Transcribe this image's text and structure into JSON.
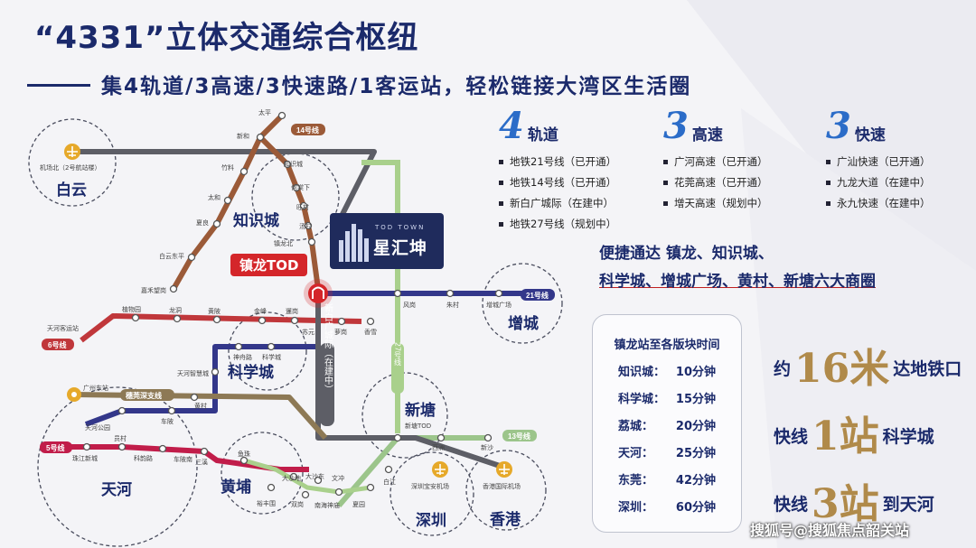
{
  "title": "“4331”立体交通综合枢纽",
  "subtitle": "集4轨道/3高速/3快速路/1客运站，轻松链接大湾区生活圈",
  "colors": {
    "navy": "#1b2a6b",
    "line14": "#9b5a38",
    "line21": "#33378a",
    "line6": "#c0373b",
    "line5": "#c11d4a",
    "line13": "#9cc58b",
    "line27": "#a9d08c",
    "gray": "#5d5e66",
    "brown": "#8d7955",
    "accent_red": "#d4262a",
    "gold": "#b08a4a"
  },
  "legend": [
    {
      "num": "4",
      "label": "轨道",
      "items": [
        "地铁21号线（已开通）",
        "地铁14号线（已开通）",
        "新白广城际（在建中）",
        "地铁27号线（规划中）"
      ]
    },
    {
      "num": "3",
      "label": "高速",
      "items": [
        "广河高速（已开通）",
        "花莞高速（已开通）",
        "增天高速（规划中）"
      ]
    },
    {
      "num": "3",
      "label": "快速",
      "items": [
        "广汕快速（已开通）",
        "九龙大道（在建中）",
        "永九快速（在建中）"
      ]
    }
  ],
  "connect": {
    "line1": "便捷通达 镇龙、知识城、",
    "line2": "科学城、增城广场、黄村、新塘六大商圈"
  },
  "timebox": {
    "heading": "镇龙站至各版块时间",
    "rows": [
      {
        "place": "知识城：",
        "time": "10分钟"
      },
      {
        "place": "科学城：",
        "time": "15分钟"
      },
      {
        "place": "荔城：",
        "time": "20分钟"
      },
      {
        "place": "天河：",
        "time": "25分钟"
      },
      {
        "place": "东莞：",
        "time": "42分钟"
      },
      {
        "place": "深圳：",
        "time": "60分钟"
      }
    ]
  },
  "highlights": [
    {
      "pre": "约",
      "num": "16米",
      "post": "达地铁口"
    },
    {
      "pre": "快线",
      "num": "1站",
      "post": "科学城"
    },
    {
      "pre": "快线",
      "num": "3站",
      "post": "到天河"
    }
  ],
  "watermark": "搜狐号@搜狐焦点韶关站",
  "map": {
    "tod_label": "镇龙TOD",
    "brand_name": "星汇坤",
    "brand_sub": "TOD TOWN",
    "zones": [
      "白云",
      "知识城",
      "增城",
      "科学城",
      "新塘",
      "天河",
      "黄埔",
      "深圳",
      "香港"
    ],
    "line_tags": [
      "14号线",
      "21号线",
      "6号线",
      "5号线",
      "13号线",
      "27号线",
      "穗莞深支线"
    ],
    "intercity_label": "新白广城际（在建中）",
    "stations": [
      "太平",
      "新和",
      "竹料",
      "太和",
      "夏良",
      "白云东平",
      "嘉禾望岗",
      "知识城",
      "何棠下",
      "旺村",
      "汤村",
      "镇龙北",
      "机场北（2号航站楼）",
      "风岗",
      "朱村",
      "增城广场",
      "植物园",
      "龙洞",
      "黄陂",
      "金峰",
      "暹岗",
      "苏元",
      "萝岗",
      "香雪",
      "天河客运站",
      "神舟路",
      "科学城",
      "天河智慧城",
      "黄村",
      "广州东站",
      "车陂",
      "天河公园",
      "员村",
      "科韵路",
      "车陂南",
      "三溪",
      "珠江新城",
      "鱼珠",
      "大沙地",
      "大沙东",
      "文冲",
      "裕丰围",
      "双岗",
      "南海神庙",
      "夏园",
      "白江",
      "新塘TOD",
      "西洲",
      "新沙",
      "深圳宝安机场",
      "香港国际机场"
    ]
  }
}
